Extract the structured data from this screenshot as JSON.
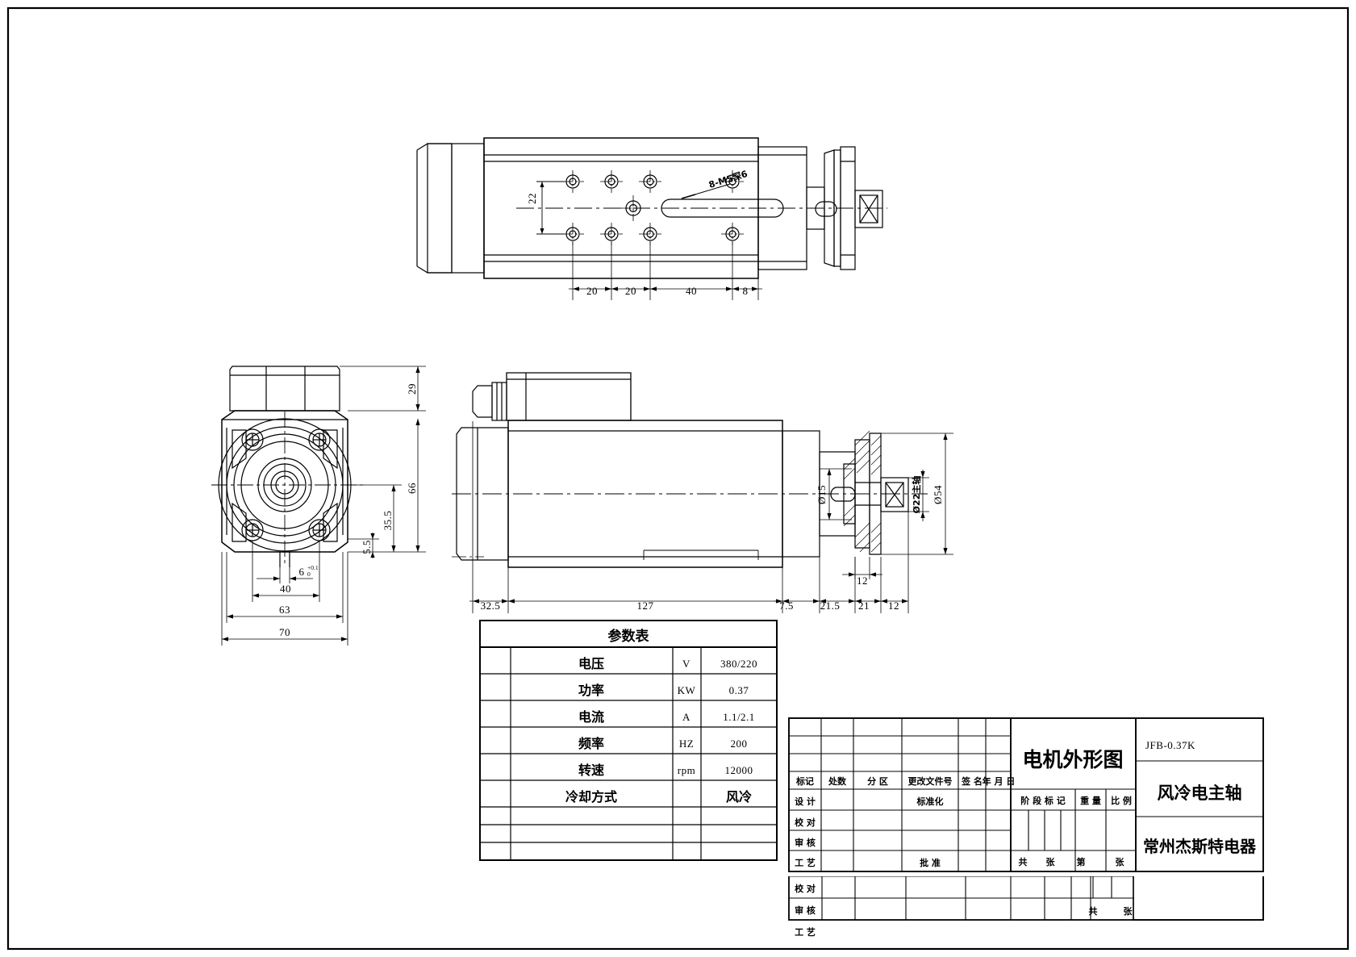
{
  "drawing": {
    "kind": "mechanical-engineering-drawing",
    "sheet_border": true,
    "views": [
      "top-view",
      "left-end-view",
      "front-view"
    ]
  },
  "param_table": {
    "title": "参数表",
    "rows": [
      {
        "name": "电压",
        "unit": "V",
        "value": "380/220"
      },
      {
        "name": "功率",
        "unit": "KW",
        "value": "0.37"
      },
      {
        "name": "电流",
        "unit": "A",
        "value": "1.1/2.1"
      },
      {
        "name": "频率",
        "unit": "HZ",
        "value": "200"
      },
      {
        "name": "转速",
        "unit": "rpm",
        "value": "12000"
      },
      {
        "name": "冷却方式",
        "unit": "",
        "value": "风冷"
      },
      {
        "name": "",
        "unit": "",
        "value": ""
      },
      {
        "name": "",
        "unit": "",
        "value": ""
      },
      {
        "name": "",
        "unit": "",
        "value": ""
      }
    ]
  },
  "title_block": {
    "revision_headers": [
      "标记",
      "处数",
      "分  区",
      "更改文件号",
      "签 名",
      "年 月 日"
    ],
    "roles": [
      "设 计",
      "校 对",
      "审 核",
      "工 艺"
    ],
    "standardize_label": "标准化",
    "approve_label": "批 准",
    "stage_label": "阶 段 标 记",
    "weight_label": "重 量",
    "scale_label": "比 例",
    "sheet_total_label": "共",
    "sheet_total_unit": "张",
    "sheet_no_label": "第",
    "sheet_no_unit": "张",
    "drawing_title": "电机外形图",
    "drawing_code": "JFB-0.37K",
    "product_name": "风冷电主轴",
    "company": "常州杰斯特电器"
  },
  "annotations": {
    "top_view": {
      "hole_note": "8-M5深6",
      "vertical_dim": "22",
      "bottom_dims": [
        "20",
        "20",
        "40",
        "8"
      ]
    },
    "end_view": {
      "dim_29": "29",
      "dim_66": "66",
      "dim_35_5": "35.5",
      "dim_5_5": "5.5",
      "dim_6_tol": "6",
      "dim_6_tol_upper": "+0.1",
      "dim_6_tol_lower": "0",
      "dim_40": "40",
      "dim_63": "63",
      "dim_70": "70"
    },
    "front_view": {
      "dim_32_5": "32.5",
      "dim_127": "127",
      "dim_7_5": "7.5",
      "dim_21_5": "21.5",
      "dim_21": "21",
      "dim_12a": "12",
      "dim_12b": "12",
      "shaft_dia": "Ø15",
      "taper_note": "Ø22主轴",
      "flange_dia": "Ø54"
    }
  },
  "colors": {
    "line": "#000000",
    "paper": "#ffffff"
  }
}
